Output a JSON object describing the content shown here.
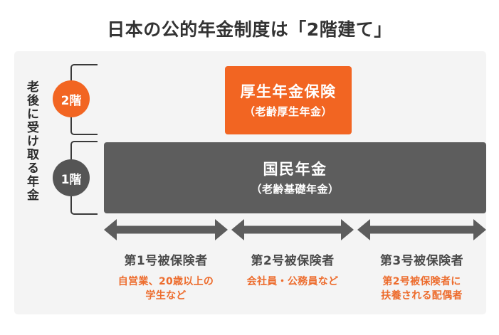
{
  "title": "日本の公的年金制度は「2階建て」",
  "side_label": "老後に受け取る年金",
  "floors": [
    {
      "badge": "2階"
    },
    {
      "badge": "1階"
    }
  ],
  "blocks": {
    "tier2": {
      "name": "厚生年金保険",
      "sub": "（老齢厚生年金）",
      "color": "#f26522"
    },
    "tier1": {
      "name": "国民年金",
      "sub": "（老齢基礎年金）",
      "color": "#5d5d5d"
    }
  },
  "segments": [
    {
      "title": "第1号被保険者",
      "desc_line1": "自営業、20歳以上の",
      "desc_line2": "学生など"
    },
    {
      "title": "第2号被保険者",
      "desc_line1": "会社員・公務員など",
      "desc_line2": ""
    },
    {
      "title": "第3号被保険者",
      "desc_line1": "第2号被保険者に",
      "desc_line2": "扶養される配偶者"
    }
  ],
  "colors": {
    "accent_orange": "#f26522",
    "text_orange": "#ed6c2d",
    "block_gray": "#5d5d5d",
    "arrow_gray": "#5d5d5d",
    "panel_bg": "#f4f4f4",
    "title_text": "#333333"
  }
}
